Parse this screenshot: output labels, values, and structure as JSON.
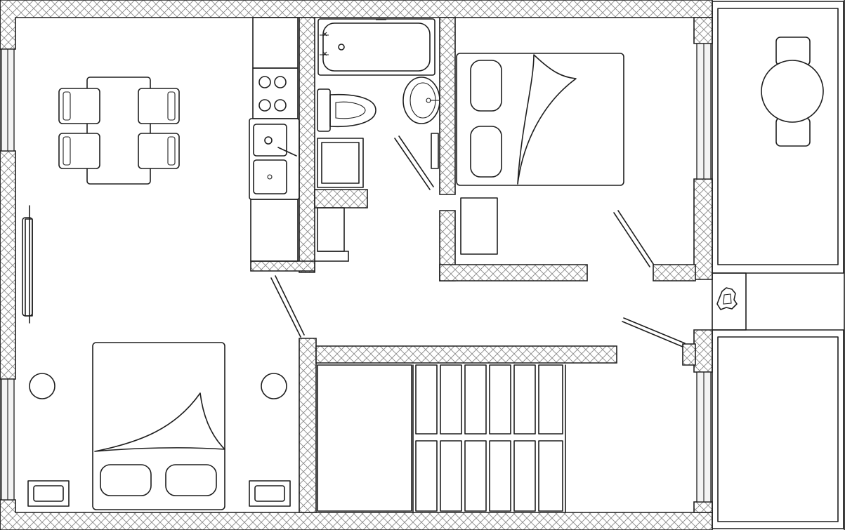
{
  "diagram": {
    "kind": "apartment-floor-plan",
    "style": "black line drawing with hatched walls",
    "colors": {
      "line": "#1e1e1e",
      "wall_hatch": "#8a8a8a",
      "background": "#ffffff"
    },
    "rooms": [
      "living-dining-bedroom",
      "kitchen",
      "bathroom",
      "bedroom",
      "balcony-upper",
      "balcony-lower",
      "walk-in-closet",
      "hallway"
    ],
    "text_labels": []
  }
}
